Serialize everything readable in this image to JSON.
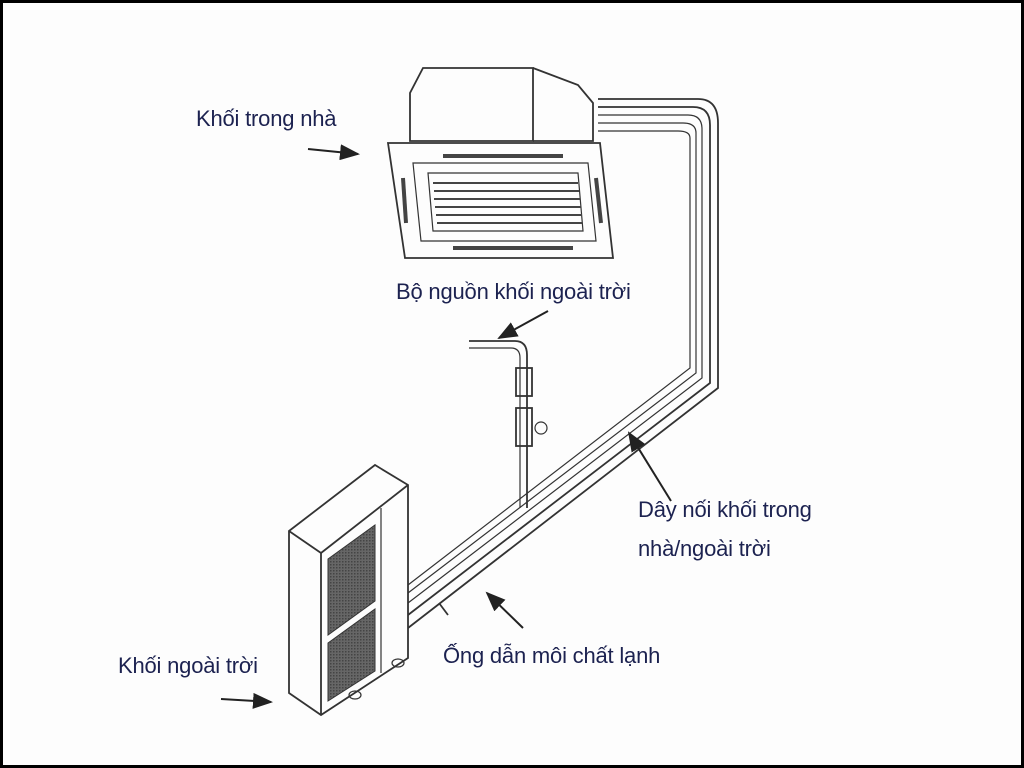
{
  "labels": {
    "indoor_unit": "Khối trong nhà",
    "outdoor_power_supply": "Bộ nguồn khối ngoài trời",
    "connection_cable_line1": "Dây nối khối trong",
    "connection_cable_line2": "nhà/ngoài trời",
    "refrigerant_pipe": "Ống dẫn môi chất lạnh",
    "outdoor_unit": "Khối ngoài trời"
  },
  "colors": {
    "text": "#1c2250",
    "line": "#333333",
    "grille": "#555555"
  }
}
